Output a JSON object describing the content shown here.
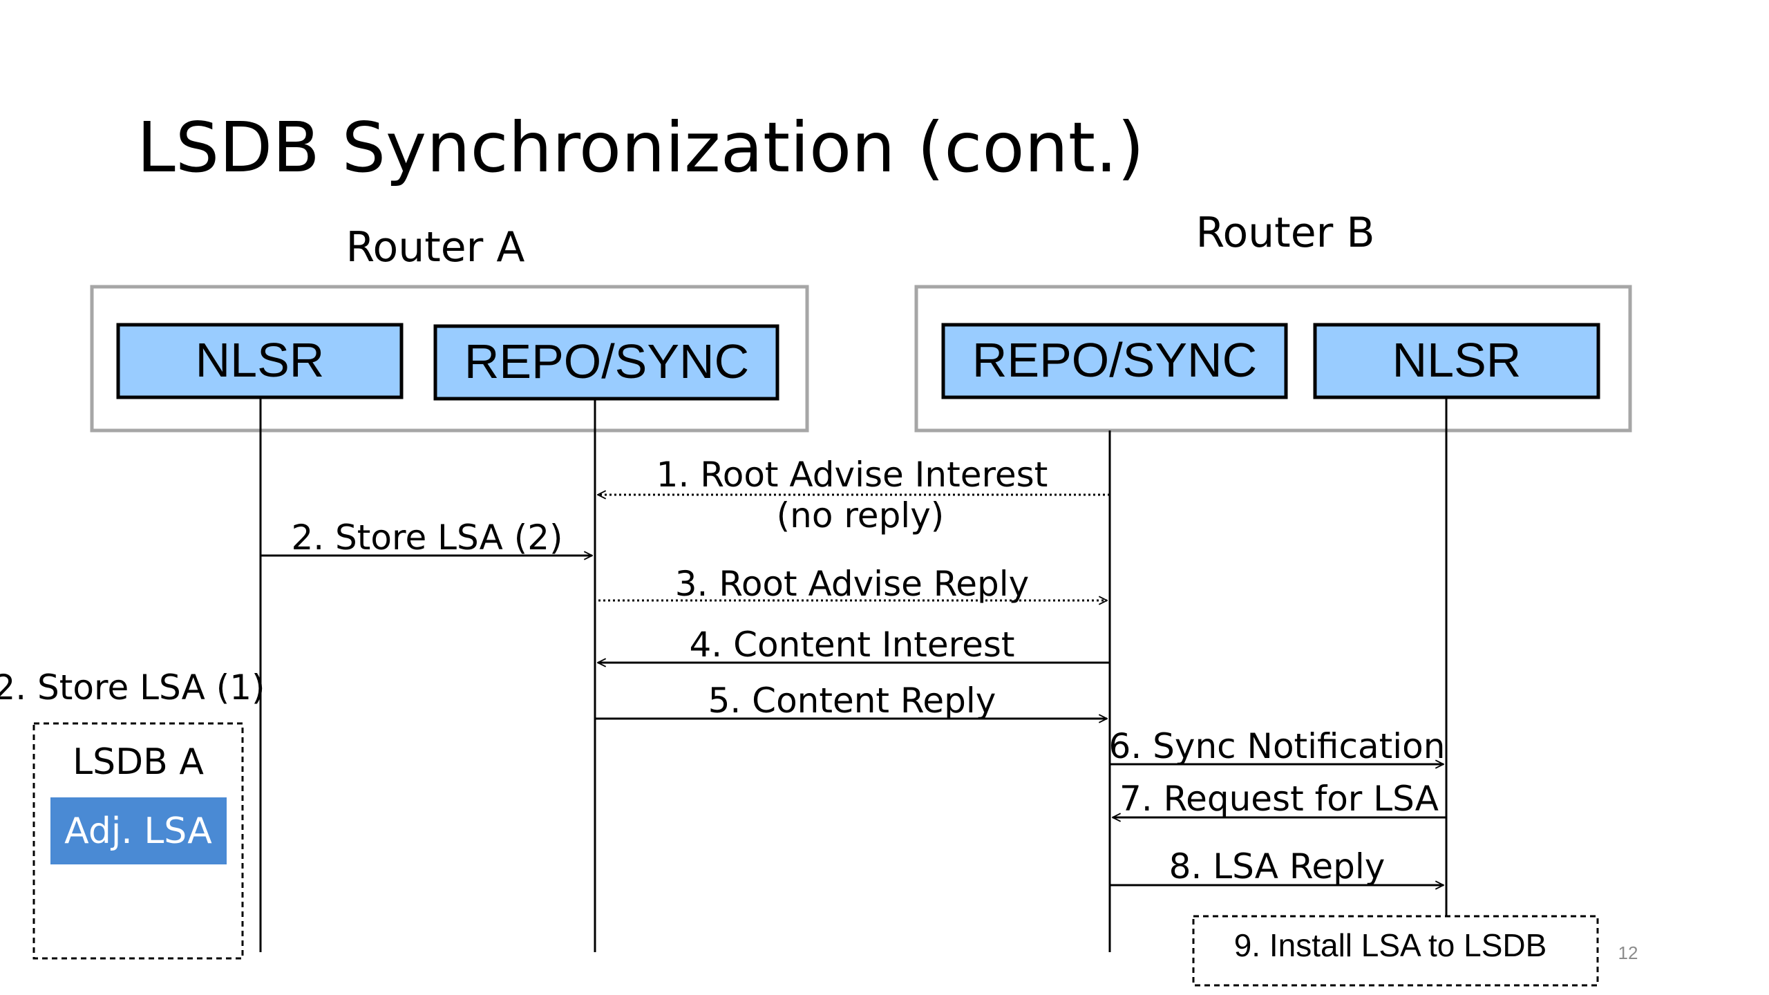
{
  "slide": {
    "title": "LSDB Synchronization (cont.)",
    "page_number": "12"
  },
  "routers": [
    {
      "label": "Router A",
      "components": [
        "NLSR",
        "REPO/SYNC"
      ]
    },
    {
      "label": "Router B",
      "components": [
        "REPO/SYNC",
        "NLSR"
      ]
    }
  ],
  "messages": [
    {
      "label": "1. Root Advise Interest",
      "sublabel": "(no reply)",
      "from": "B-REPO/SYNC",
      "to": "A-REPO/SYNC",
      "style": "dotted"
    },
    {
      "label": "2. Store LSA (2)",
      "from": "A-NLSR",
      "to": "A-REPO/SYNC",
      "style": "solid"
    },
    {
      "label": "3. Root Advise Reply",
      "from": "A-REPO/SYNC",
      "to": "B-REPO/SYNC",
      "style": "dotted"
    },
    {
      "label": "4. Content Interest",
      "from": "B-REPO/SYNC",
      "to": "A-REPO/SYNC",
      "style": "solid"
    },
    {
      "label": "5. Content Reply",
      "from": "A-REPO/SYNC",
      "to": "B-REPO/SYNC",
      "style": "solid"
    },
    {
      "label": "6. Sync Notification",
      "from": "B-REPO/SYNC",
      "to": "B-NLSR",
      "style": "solid"
    },
    {
      "label": "7. Request for LSA",
      "from": "B-NLSR",
      "to": "B-REPO/SYNC",
      "style": "solid"
    },
    {
      "label": "8. LSA Reply",
      "from": "B-REPO/SYNC",
      "to": "B-NLSR",
      "style": "solid"
    }
  ],
  "lsdb_a": {
    "store_label": "2. Store LSA (1)",
    "title": "LSDB A",
    "entry": "Adj. LSA"
  },
  "install_box": {
    "label": "9. Install LSA to LSDB"
  },
  "colors": {
    "component_fill": "#99ccff",
    "router_box_stroke": "#a6a6a6",
    "lsa_fill": "#4a8ad4",
    "lsa_text": "#ffffff",
    "text": "#000000"
  }
}
